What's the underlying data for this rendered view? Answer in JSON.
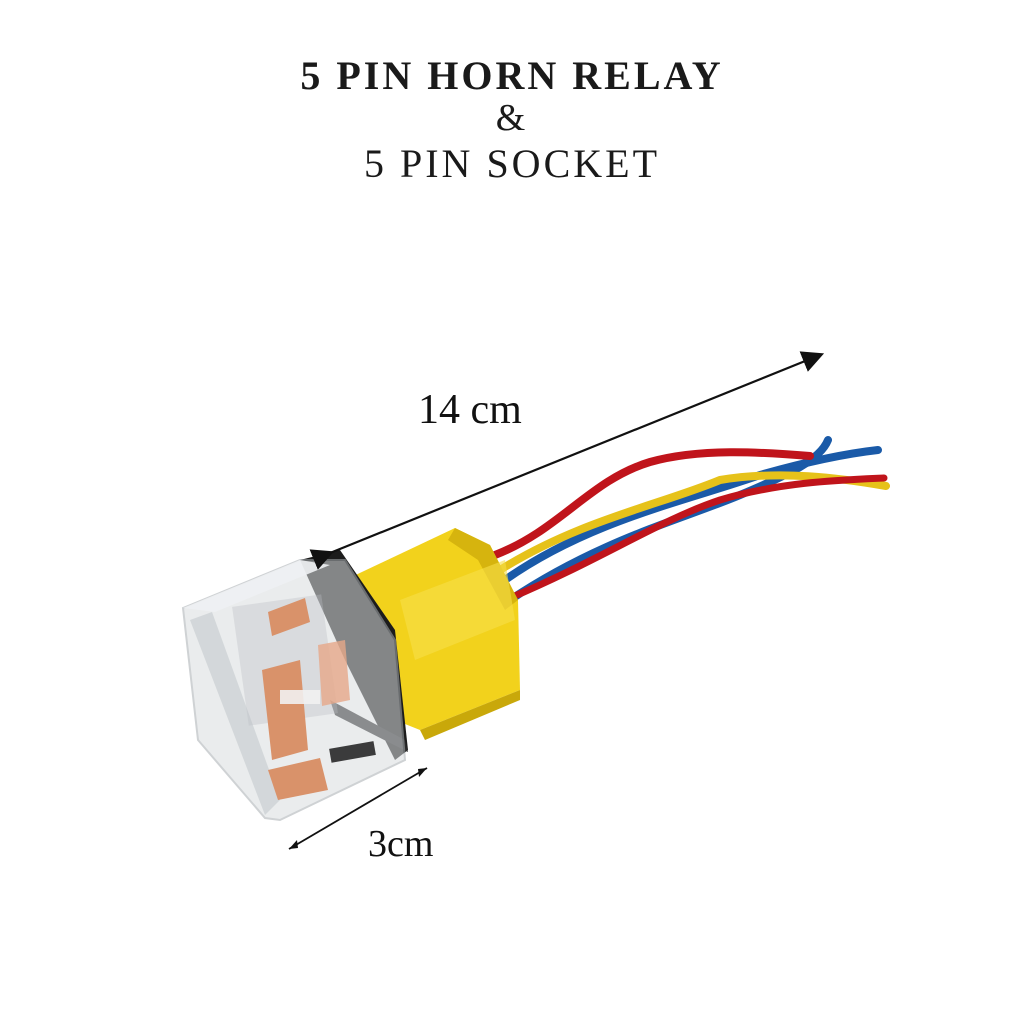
{
  "title": {
    "line1": "5 PIN HORN RELAY",
    "line2": "&",
    "line3": "5 PIN SOCKET"
  },
  "dimensions": {
    "length_label": "14 cm",
    "width_label": "3cm"
  },
  "colors": {
    "socket": "#f2d21c",
    "wire_red": "#c0141b",
    "wire_blue": "#1a5aa8",
    "wire_yellow": "#e6c21a",
    "terminal": "#d9926a"
  }
}
